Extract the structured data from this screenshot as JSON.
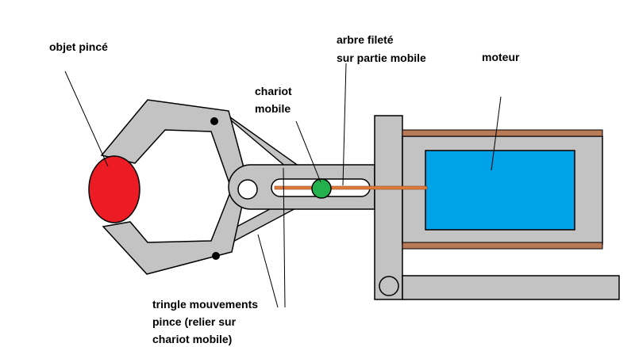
{
  "labels": {
    "objet_pince": "objet pincé",
    "arbre_line1": "arbre fileté",
    "arbre_line2": "sur partie mobile",
    "moteur": "moteur",
    "chariot_line1": "chariot",
    "chariot_line2": "mobile",
    "tringle_line1": "tringle mouvements",
    "tringle_line2": "pince (relier sur",
    "tringle_line3": "chariot mobile)"
  },
  "colors": {
    "metal_gray": "#c3c3c3",
    "object_red": "#ed1c24",
    "motor_blue": "#00a2e8",
    "threaded_rod": "#e07a3a",
    "motor_rail": "#b97a57",
    "carriage_green": "#22b14c",
    "outline": "#000000",
    "background": "#ffffff"
  }
}
